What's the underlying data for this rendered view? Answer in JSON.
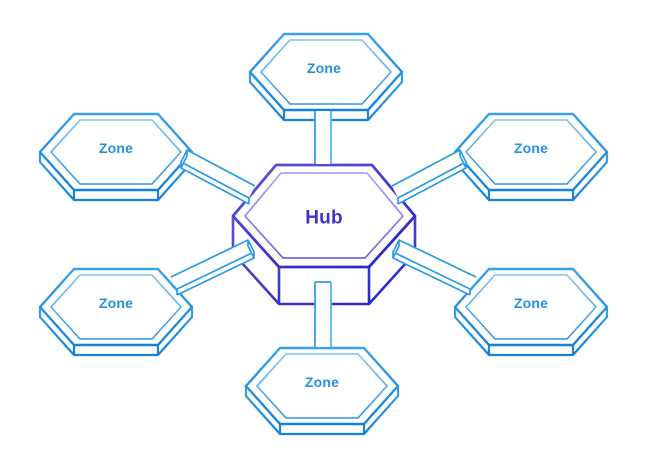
{
  "diagram": {
    "type": "hub-and-spoke-network",
    "hub": {
      "label": "Hub",
      "shape": "hexagon-3d"
    },
    "zones": [
      {
        "label": "Zone",
        "position": "top"
      },
      {
        "label": "Zone",
        "position": "upper-left"
      },
      {
        "label": "Zone",
        "position": "upper-right"
      },
      {
        "label": "Zone",
        "position": "lower-left"
      },
      {
        "label": "Zone",
        "position": "lower-right"
      },
      {
        "label": "Zone",
        "position": "bottom"
      }
    ],
    "connections": [
      {
        "from": "hub",
        "to": "zone-top"
      },
      {
        "from": "hub",
        "to": "zone-upper-left"
      },
      {
        "from": "hub",
        "to": "zone-upper-right"
      },
      {
        "from": "hub",
        "to": "zone-lower-left"
      },
      {
        "from": "hub",
        "to": "zone-lower-right"
      },
      {
        "from": "hub",
        "to": "zone-bottom"
      }
    ],
    "colors": {
      "hub_outline": "#3f35cf",
      "hub_inner_outline": "#8b87e4",
      "hub_text": "#3d33cf",
      "zone_outline": "#1d87de",
      "zone_inner_outline": "#54a9e8",
      "zone_text": "#2590e2",
      "connector": "#279ce4",
      "connector_highlight": "#46b2ea",
      "background": "#ffffff"
    }
  }
}
